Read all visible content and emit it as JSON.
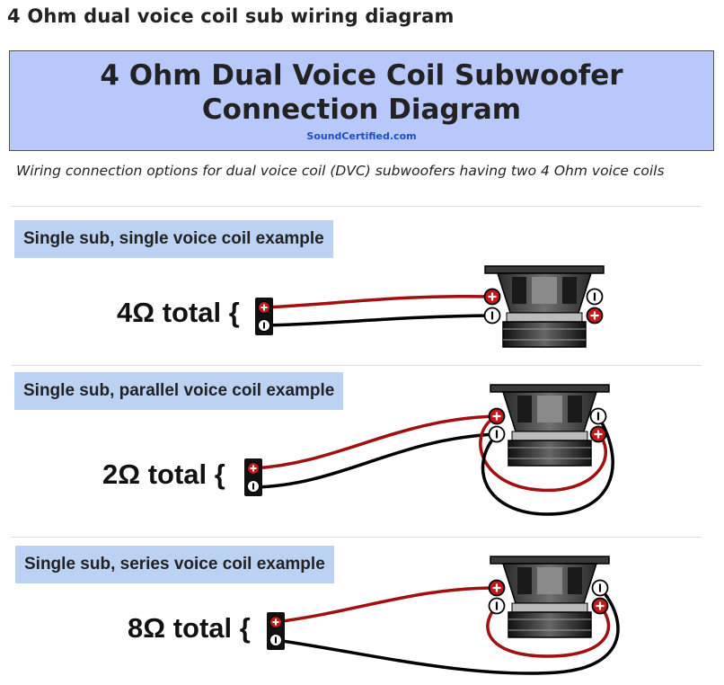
{
  "page": {
    "heading": "4 Ohm dual voice coil sub wiring diagram"
  },
  "banner": {
    "title": "4 Ohm Dual Voice Coil Subwoofer Connection Diagram",
    "source": "SoundCertified.com"
  },
  "caption": "Wiring connection options for dual voice coil (DVC) subwoofers having two 4 Ohm voice coils",
  "examples": [
    {
      "label": "Single sub, single voice coil example",
      "total": "4Ω total {"
    },
    {
      "label": "Single sub, parallel voice coil example",
      "total": "2Ω total {"
    },
    {
      "label": "Single sub, series voice coil example",
      "total": "8Ω total {"
    }
  ],
  "colors": {
    "banner_bg": "#b8c8fa",
    "label_bg": "#bcd2f3",
    "positive_wire": "#a01010",
    "negative_wire": "#000000",
    "positive_terminal": "#c41818",
    "negative_terminal": "#ffffff"
  },
  "icons": {
    "positive_terminal": "plus-terminal-icon",
    "negative_terminal": "minus-terminal-icon",
    "speaker": "subwoofer-icon"
  }
}
